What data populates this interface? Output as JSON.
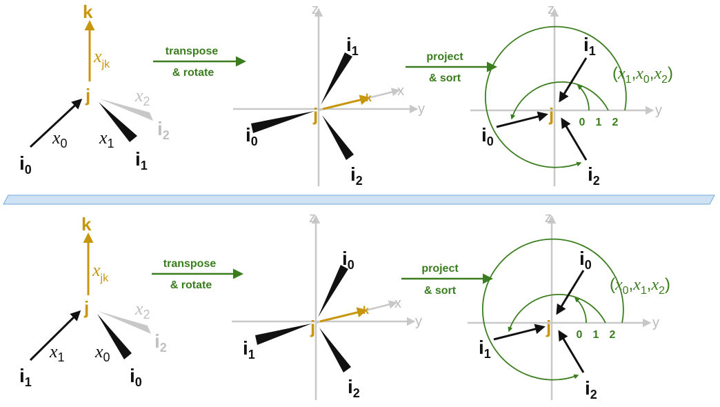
{
  "colors": {
    "gold": "#c8960c",
    "green": "#3a7d1e",
    "gray": "#bdbdbd",
    "black": "#111111",
    "divider_fill": "#cfe2f3",
    "divider_stroke": "#6fa8dc"
  },
  "axes": {
    "z": "z",
    "y": "y",
    "x": "x"
  },
  "labels": {
    "i": "i",
    "j": "j",
    "k": "k",
    "x": "x",
    "jk": "jk"
  },
  "steps": {
    "transpose_line1": "transpose",
    "transpose_line2": "& rotate",
    "project_line1": "project",
    "project_line2": "& sort"
  },
  "radial_ticks": [
    "0",
    "1",
    "2"
  ],
  "panels": [
    {
      "left": {
        "x_names": [
          "0",
          "1",
          "2"
        ],
        "i_names": [
          "0",
          "1",
          "2"
        ]
      },
      "mid_order": [
        "1",
        "0",
        "2"
      ],
      "right_order": [
        "1",
        "0",
        "2"
      ],
      "tuple": {
        "open": "(",
        "close": ")",
        "comma": ",",
        "subs": [
          "1",
          "0",
          "2"
        ]
      }
    },
    {
      "left": {
        "x_names": [
          "1",
          "0",
          "2"
        ],
        "i_names": [
          "1",
          "0",
          "2"
        ]
      },
      "mid_order": [
        "0",
        "1",
        "2"
      ],
      "right_order": [
        "0",
        "1",
        "2"
      ],
      "tuple": {
        "open": "(",
        "close": ")",
        "comma": ",",
        "subs": [
          "0",
          "1",
          "2"
        ]
      }
    }
  ]
}
